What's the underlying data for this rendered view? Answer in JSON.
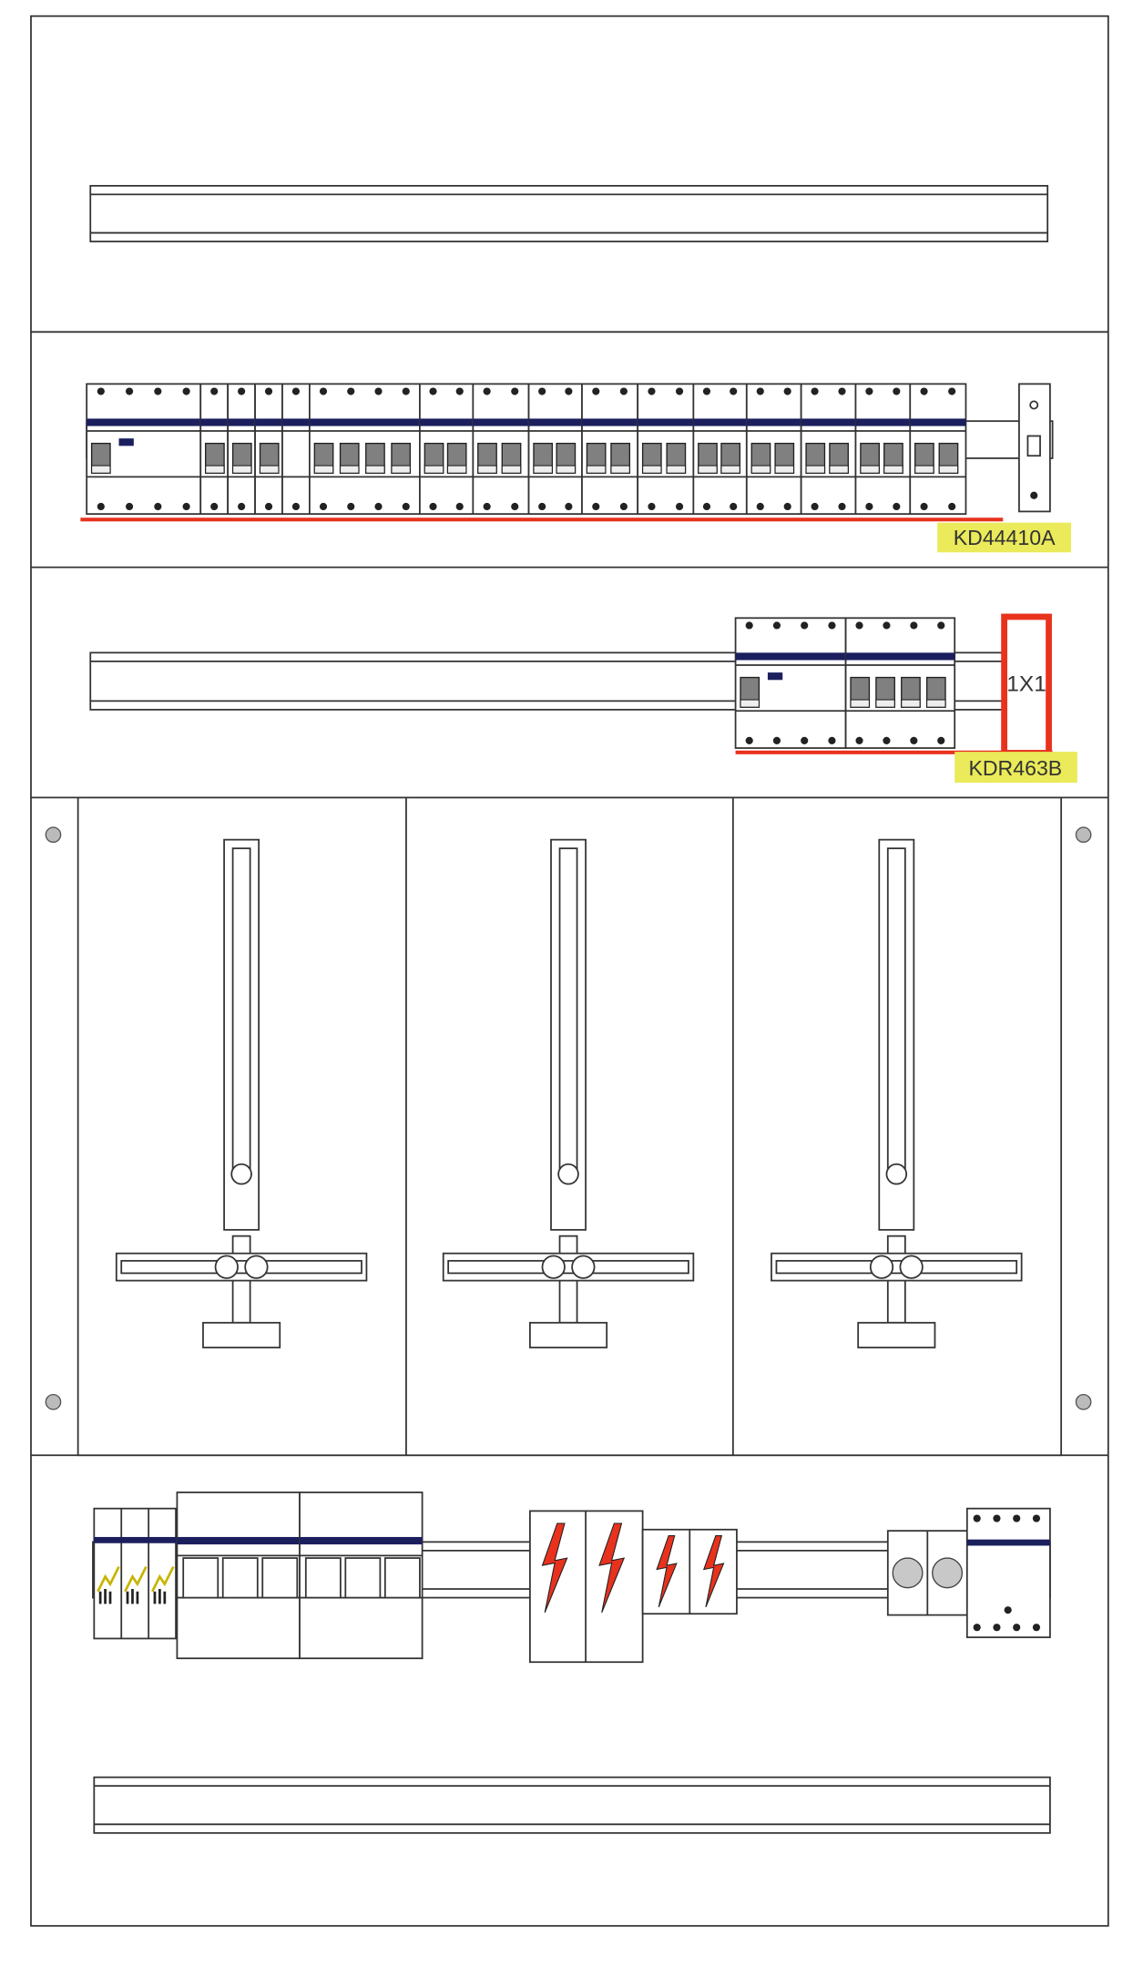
{
  "diagram": {
    "title": "Electrical distribution panel layout",
    "labels": {
      "row2_part": "KD44410A",
      "row3_part": "KDR463B",
      "row3_terminal": "1X1"
    },
    "colors": {
      "accent_red": "#e8321e",
      "label_highlight": "#eaea5a",
      "band_navy": "#1c1f5e",
      "toggle_gray": "#808080"
    }
  }
}
